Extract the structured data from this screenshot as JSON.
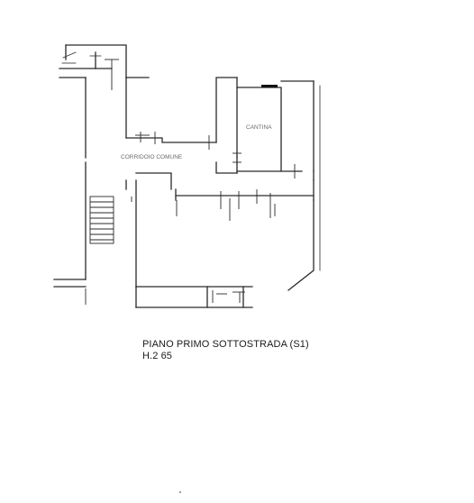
{
  "plan": {
    "rooms": [
      {
        "id": "room-corridor",
        "label": "CORRIDOIO COMUNE"
      },
      {
        "id": "room-cantina",
        "label": "CANTINA"
      }
    ]
  },
  "caption": {
    "title": "PIANO PRIMO SOTTOSTRADA (S1)",
    "height": "H.2 65"
  },
  "colors": {
    "line": "#2a2a2a",
    "dark_wall": "#111111",
    "label": "#6a6a6a",
    "background": "#ffffff"
  }
}
